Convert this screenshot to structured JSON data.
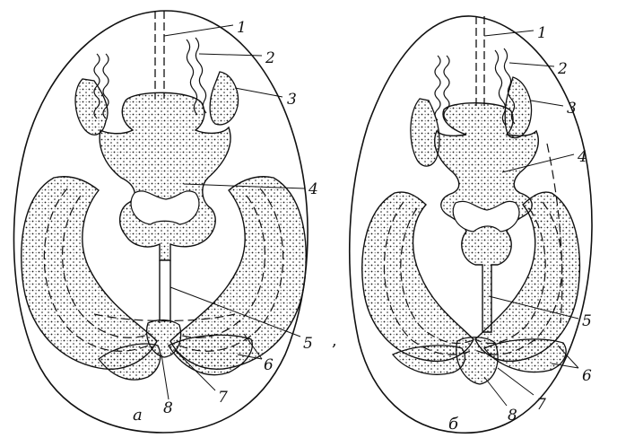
{
  "figure": {
    "panels": [
      {
        "caption": "а",
        "callouts": [
          "1",
          "2",
          "3",
          "4",
          "5",
          "6",
          "7",
          "8"
        ]
      },
      {
        "caption": "б",
        "callouts": [
          "1",
          "2",
          "3",
          "4",
          "5",
          "6",
          "7",
          "8"
        ]
      }
    ],
    "separator": ","
  },
  "colors": {
    "ink": "#111111",
    "paper": "#ffffff",
    "stipple": "#1a1a1a"
  }
}
